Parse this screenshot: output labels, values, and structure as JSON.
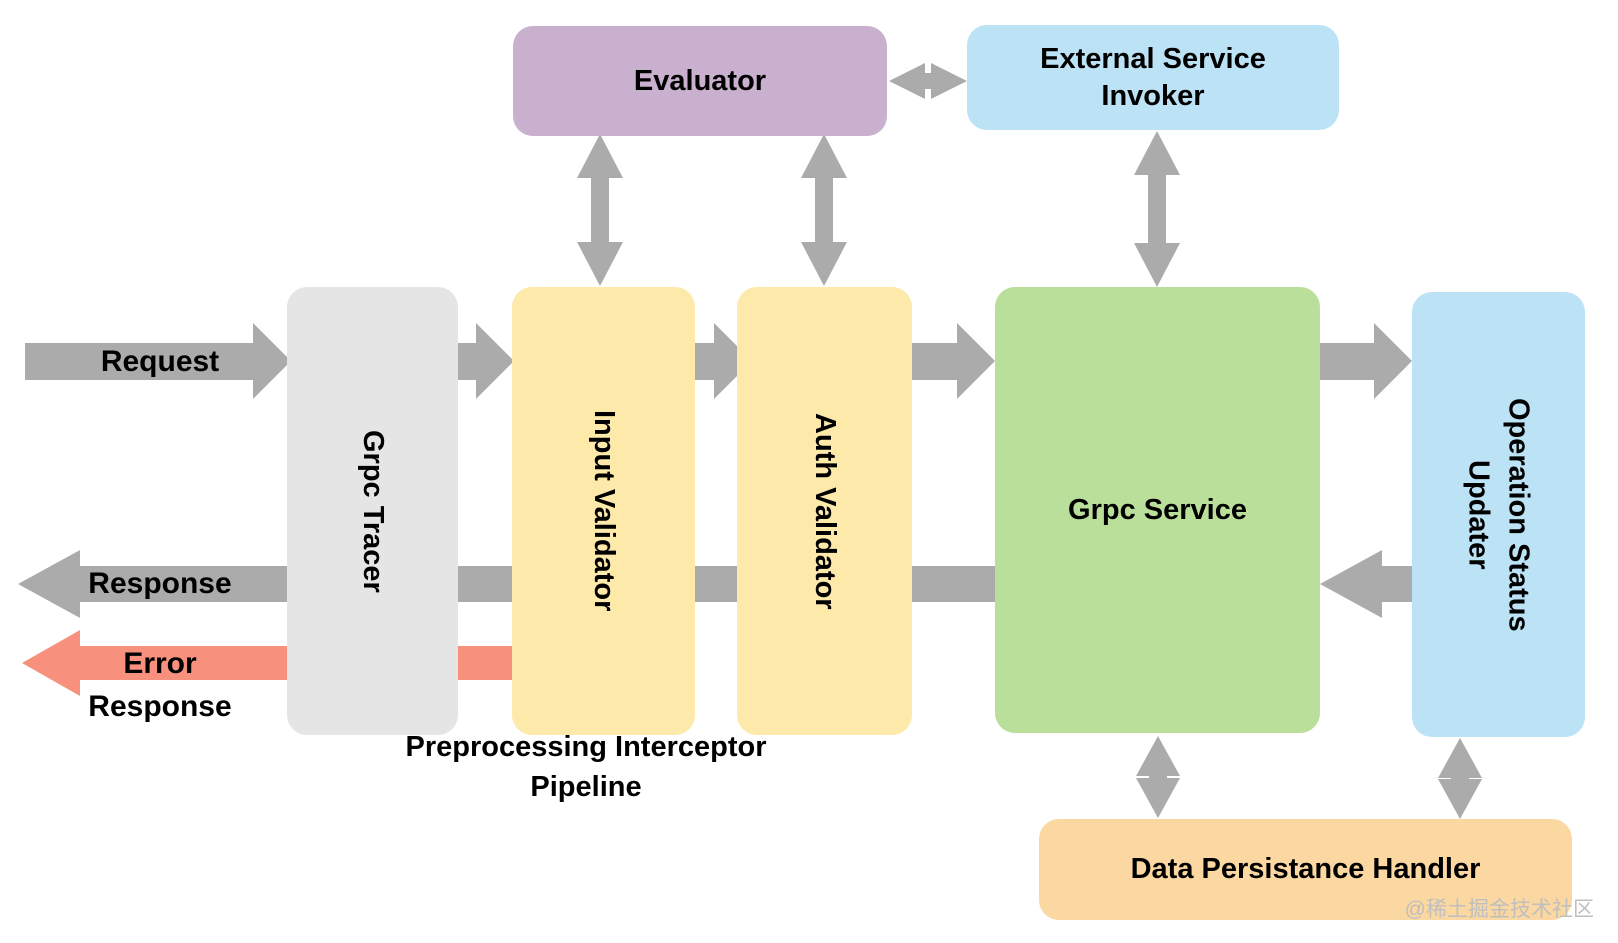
{
  "diagram": {
    "nodes": {
      "evaluator": {
        "label": "Evaluator",
        "fill": "#c9b0ce"
      },
      "external_service_invoker": {
        "label": "External Service Invoker",
        "fill": "#bce2f5"
      },
      "grpc_tracer": {
        "label": "Grpc Tracer",
        "fill": "#e5e5e5"
      },
      "input_validator": {
        "label": "Input Validator",
        "fill": "#fde9a9"
      },
      "auth_validator": {
        "label": "Auth Validator",
        "fill": "#fde9a9"
      },
      "grpc_service": {
        "label": "Grpc Service",
        "fill": "#b9df9b"
      },
      "operation_status_updater": {
        "label": "Operation Status Updater",
        "fill": "#bce2f5"
      },
      "data_persistance_handler": {
        "label": "Data Persistance Handler",
        "fill": "#fbd7a1"
      }
    },
    "flow_labels": {
      "request": "Request",
      "response": "Response",
      "error_line1": "Error",
      "error_line2": "Response"
    },
    "caption": "Preprocessing Interceptor Pipeline",
    "watermark": "@稀土掘金技术社区",
    "colors": {
      "arrow_gray": "#ababab",
      "error_red": "#f8907e",
      "text": "#000000",
      "background": "#ffffff"
    },
    "edges": [
      {
        "from": "client",
        "to": "grpc_tracer",
        "label": "Request",
        "type": "single",
        "color": "gray"
      },
      {
        "from": "grpc_tracer",
        "to": "input_validator",
        "type": "single",
        "color": "gray"
      },
      {
        "from": "input_validator",
        "to": "auth_validator",
        "type": "single",
        "color": "gray"
      },
      {
        "from": "auth_validator",
        "to": "grpc_service",
        "type": "single",
        "color": "gray"
      },
      {
        "from": "grpc_service",
        "to": "operation_status_updater",
        "type": "single",
        "color": "gray"
      },
      {
        "from": "evaluator",
        "to": "input_validator",
        "type": "double",
        "color": "gray"
      },
      {
        "from": "evaluator",
        "to": "auth_validator",
        "type": "double",
        "color": "gray"
      },
      {
        "from": "evaluator",
        "to": "external_service_invoker",
        "type": "double",
        "color": "gray"
      },
      {
        "from": "external_service_invoker",
        "to": "grpc_service",
        "type": "double",
        "color": "gray"
      },
      {
        "from": "grpc_service",
        "to": "data_persistance_handler",
        "type": "double",
        "color": "gray"
      },
      {
        "from": "operation_status_updater",
        "to": "data_persistance_handler",
        "type": "double",
        "color": "gray"
      },
      {
        "from": "operation_status_updater",
        "to": "client",
        "label": "Response",
        "type": "single",
        "color": "gray"
      },
      {
        "from": "input_validator",
        "to": "client",
        "label": "Error Response",
        "type": "single",
        "color": "red"
      }
    ]
  }
}
